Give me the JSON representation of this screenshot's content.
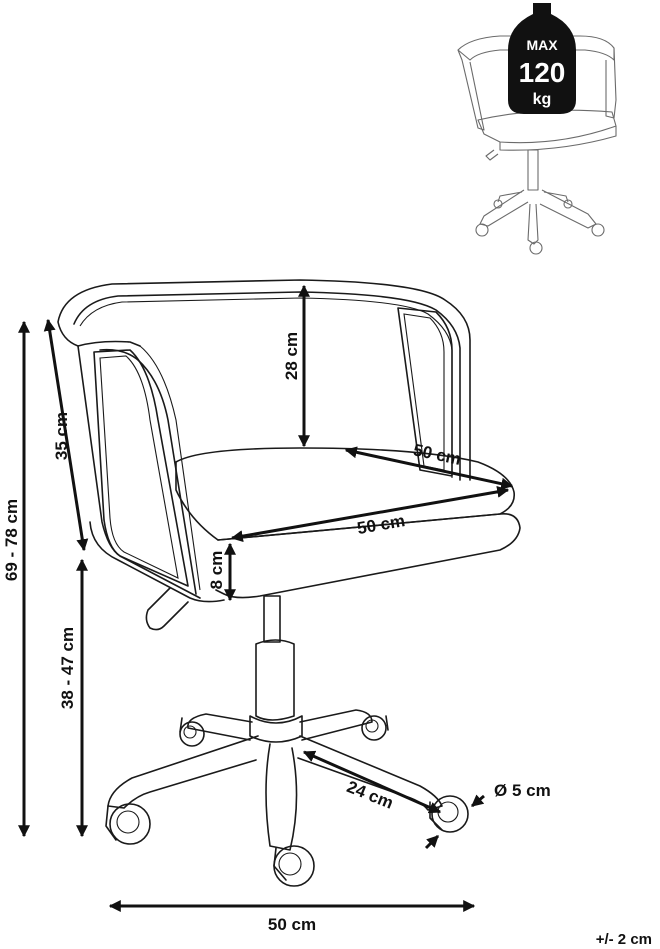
{
  "weight_badge": {
    "line1": "MAX",
    "line2": "120",
    "line3": "kg"
  },
  "dimensions": {
    "total_height": "69 - 78 cm",
    "backrest_outer": "35 cm",
    "backrest_inner": "28 cm",
    "seat_depth": "50 cm",
    "seat_width": "50 cm",
    "seat_thickness": "8 cm",
    "seat_height": "38 - 47 cm",
    "leg_length": "24 cm",
    "wheel_diameter": "Ø 5 cm",
    "base_width": "50 cm"
  },
  "tolerance": "+/- 2 cm",
  "colors": {
    "line": "#1a1a1a",
    "thumbnail_line": "#6b6b6b",
    "badge_fill": "#111111"
  }
}
